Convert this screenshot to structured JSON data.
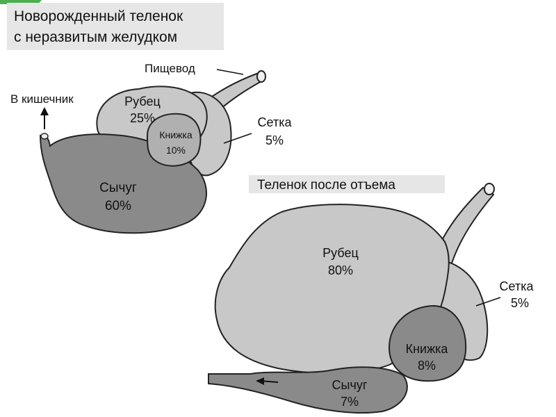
{
  "newborn": {
    "title_line1": "Новорожденный теленок",
    "title_line2": "с неразвитым желудком",
    "esophagus": "Пищевод",
    "to_intestine": "В кишечник",
    "rumen_name": "Рубец",
    "rumen_pct": "25%",
    "omasum_name": "Книжка",
    "omasum_pct": "10%",
    "reticulum_name": "Сетка",
    "reticulum_pct": "5%",
    "abomasum_name": "Сычуг",
    "abomasum_pct": "60%"
  },
  "weaned": {
    "title": "Теленок после отъема",
    "rumen_name": "Рубец",
    "rumen_pct": "80%",
    "reticulum_name": "Сетка",
    "reticulum_pct": "5%",
    "omasum_name": "Книжка",
    "omasum_pct": "8%",
    "abomasum_name": "Сычуг",
    "abomasum_pct": "7%"
  },
  "colors": {
    "light_organ": "#c8c8c8",
    "mid_organ": "#b0b0b0",
    "dark_organ": "#8a8a8a",
    "title_bg": "#e6e6e6",
    "outline": "#222222"
  }
}
